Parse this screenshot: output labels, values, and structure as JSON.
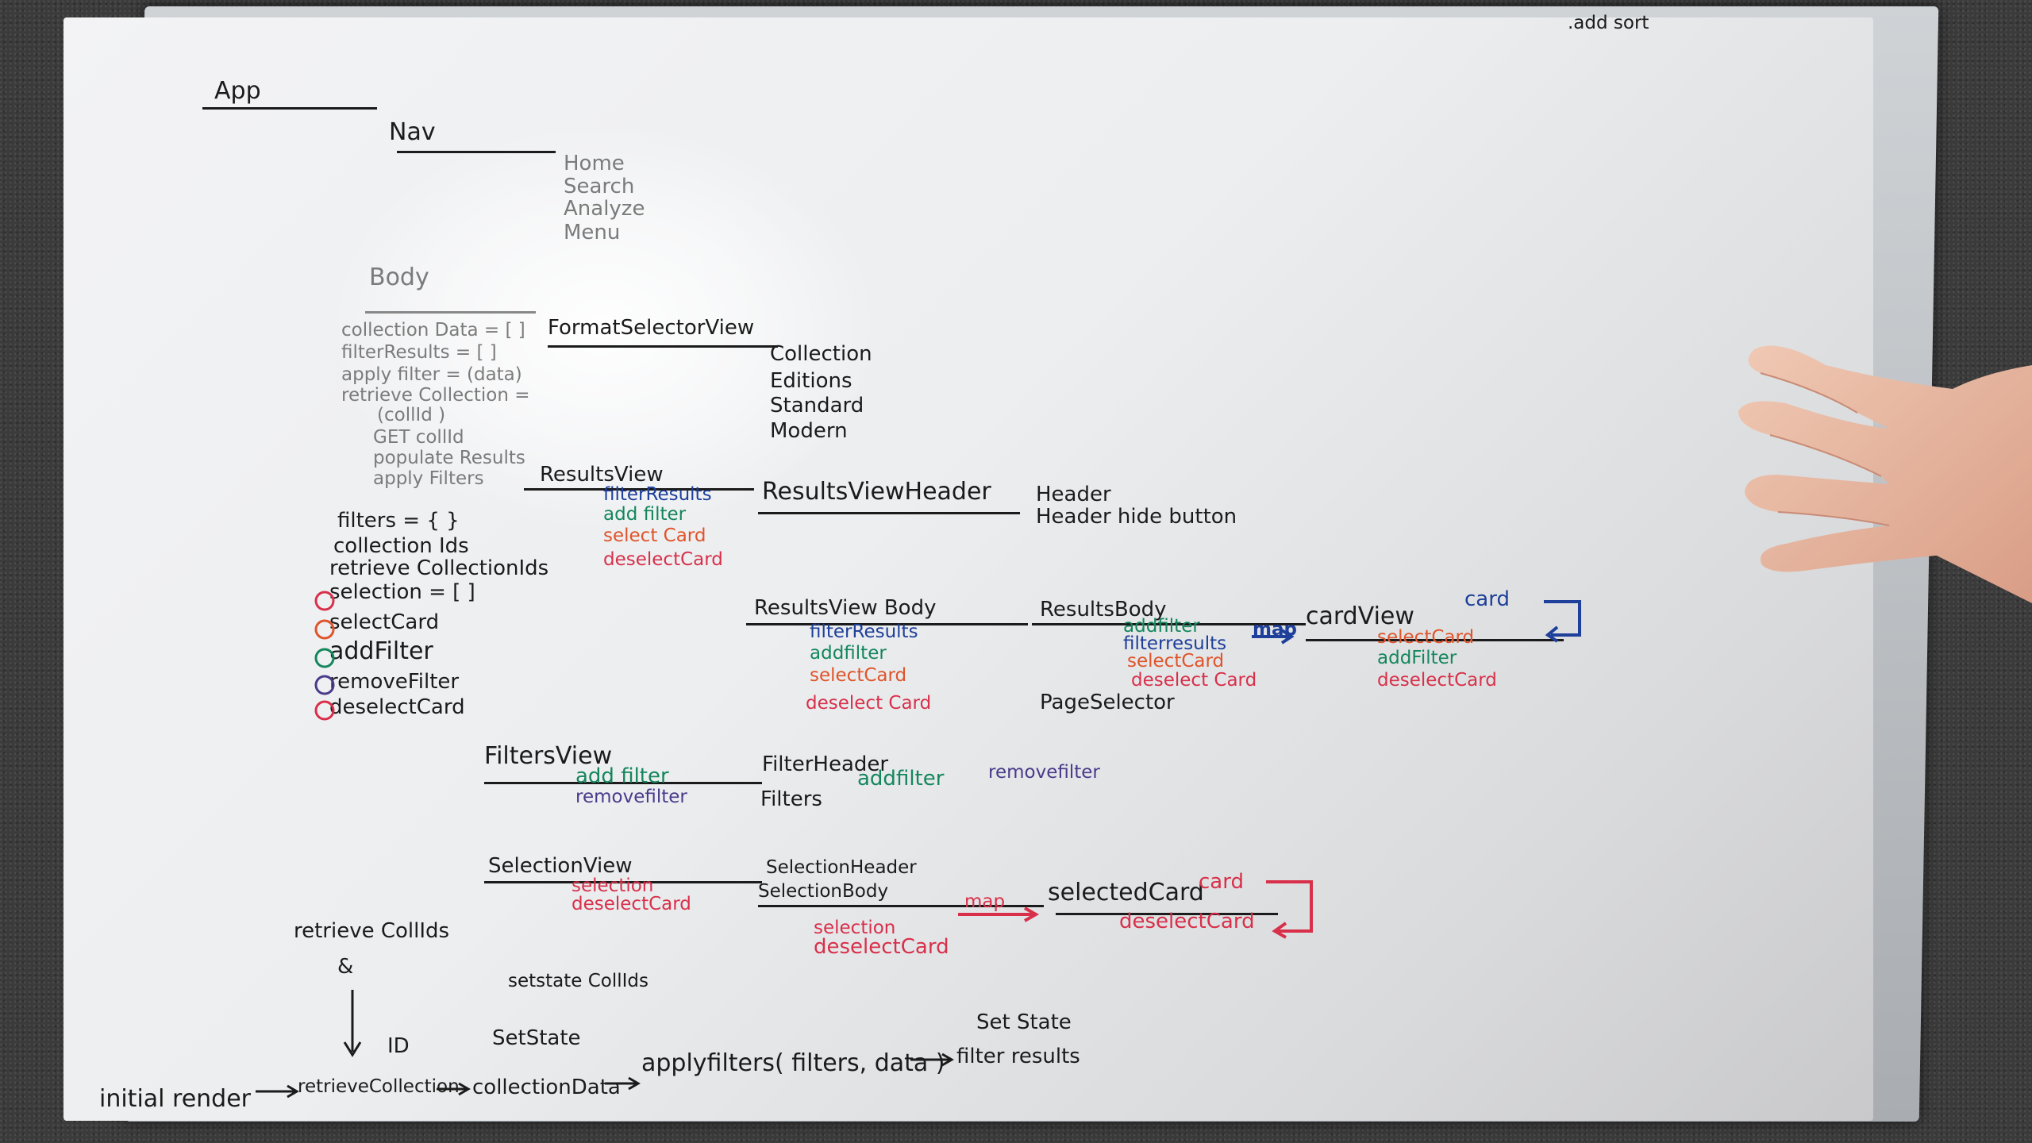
{
  "corner_note": ".add sort",
  "app": {
    "title": "App"
  },
  "nav": {
    "title": "Nav",
    "items": [
      "Home",
      "Search",
      "Analyze",
      "Menu"
    ]
  },
  "body": {
    "title": "Body",
    "lines": [
      "collection Data = [ ]",
      "filterResults = [ ]",
      "apply filter = (data)",
      "retrieve Collection =",
      "(collId )",
      "GET collId",
      "populate Results",
      "apply Filters"
    ]
  },
  "state": {
    "lines": [
      "filters = { }",
      "collection Ids",
      "retrieve CollectionIds",
      "selection = [ ]",
      "selectCard",
      "addFilter",
      "removeFilter",
      "deselectCard"
    ]
  },
  "format_selector": {
    "title": "FormatSelectorView",
    "items": [
      "Collection",
      "Editions",
      "Standard",
      "Modern"
    ]
  },
  "results_view": {
    "title": "ResultsView",
    "items": [
      "filterResults",
      "add filter",
      "select Card",
      "deselectCard"
    ]
  },
  "results_view_header": {
    "title": "ResultsViewHeader",
    "items": [
      "Header",
      "Header hide button"
    ]
  },
  "results_view_body": {
    "title": "ResultsView Body",
    "items": [
      "filterResults",
      "addfilter",
      "selectCard",
      "deselect Card"
    ]
  },
  "results_body": {
    "title": "ResultsBody",
    "items": [
      "addfilter",
      "filterresults",
      "selectCard",
      "deselect Card"
    ],
    "map_label": "map",
    "page_selector": "PageSelector"
  },
  "card_view": {
    "title": "cardView",
    "tag": "card",
    "items": [
      "selectCard",
      "addFilter",
      "deselectCard"
    ]
  },
  "filters_view": {
    "title": "FiltersView",
    "items": [
      "add filter",
      "removefilter"
    ]
  },
  "filter_header": {
    "title": "FilterHeader",
    "filters_label": "Filters",
    "add": "addfilter",
    "remove": "removefilter"
  },
  "selection_view": {
    "title": "SelectionView",
    "items": [
      "selection",
      "deselectCard"
    ]
  },
  "selection_header": {
    "header": "SelectionHeader",
    "body": "SelectionBody",
    "items": [
      "selection",
      "deselectCard"
    ],
    "map_label": "map"
  },
  "selected_card": {
    "title": "selectedCard",
    "tag": "card",
    "item": "deselectCard"
  },
  "flow": {
    "retrieve_note": "retrieve CollIds",
    "amp": "&",
    "id_label": "ID",
    "setstate_collids": "setstate CollIds",
    "setstate": "SetState",
    "setstate_filter": "Set State",
    "steps": [
      "initial render",
      "retrieveCollection",
      "collectionData",
      "applyfilters( filters, data )",
      "filter results"
    ]
  },
  "colors": {
    "board": "#eceef0",
    "marker_black": "#1b1b1b",
    "marker_blue": "#1e3f9a",
    "marker_green": "#14865c",
    "marker_orange": "#e0542a",
    "marker_red": "#d8304a",
    "marker_purple": "#4a3a8a"
  }
}
